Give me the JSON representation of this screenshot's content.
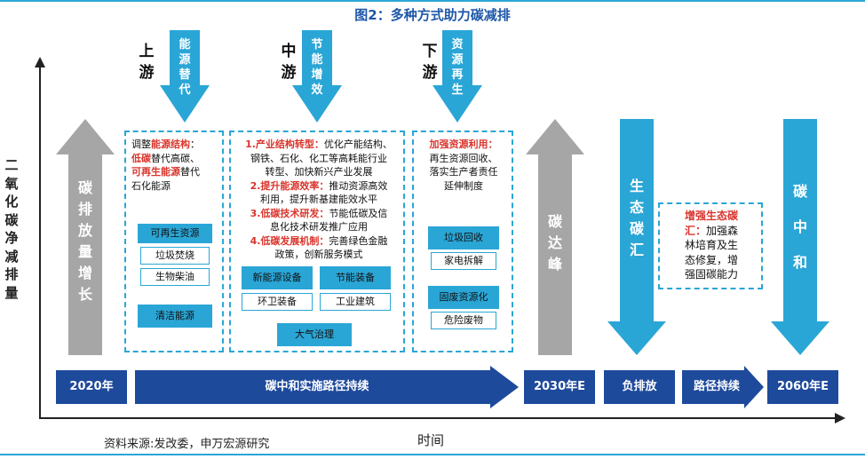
{
  "title": "图2：多种方式助力碳减排",
  "y_axis_label": [
    "二",
    "氧",
    "化",
    "碳",
    "净",
    "减",
    "排",
    "量"
  ],
  "x_axis_label": "时间",
  "source": "资料来源:发改委，申万宏源研究",
  "stages": {
    "upstream": {
      "label": [
        "上",
        "游"
      ],
      "arrow_text": [
        "能",
        "源",
        "替",
        "代"
      ]
    },
    "midstream": {
      "label": [
        "中",
        "游"
      ],
      "arrow_text": [
        "节",
        "能",
        "增",
        "效"
      ]
    },
    "downstream": {
      "label": [
        "下",
        "游"
      ],
      "arrow_text": [
        "资",
        "源",
        "再",
        "生"
      ]
    }
  },
  "gray_arrows": {
    "emission_growth": [
      "碳",
      "排",
      "放",
      "量",
      "增",
      "长"
    ],
    "peak": [
      "碳",
      "达",
      "峰"
    ]
  },
  "blue_arrows": {
    "sink": [
      "生",
      "态",
      "碳",
      "汇"
    ],
    "neutral": [
      "碳",
      "中",
      "和"
    ]
  },
  "upstream_box": {
    "line1_a": "调整",
    "line1_b": "能源结构",
    "line1_c": "：",
    "line2_a": "低碳",
    "line2_b": "替代高碳、",
    "line3_a": "可再生能源",
    "line3_b": "替代",
    "line4": "石化能源",
    "pill1": "可再生资源",
    "chip1": "垃圾焚烧",
    "chip2": "生物柴油",
    "pill2": "清洁能源"
  },
  "midstream_box": {
    "p1_title": "1.产业结构转型：",
    "p1_a": "优化产能结构、",
    "p1_b": "钢铁、石化、化工等高耗能行业",
    "p1_c": "转型、加快新兴产业发展",
    "p2_title": "2.提升能源效率：",
    "p2_a": "推动资源高效",
    "p2_b": "利用，提升新基建能效水平",
    "p3_title": "3.低碳技术研发：",
    "p3_a": "节能低碳及信",
    "p3_b": "息化技术研发推广应用",
    "p4_title": "4.低碳发展机制：",
    "p4_a": "完善绿色金融",
    "p4_b": "政策，创新服务模式",
    "pill1": "新能源设备",
    "chip1": "环卫装备",
    "pill2": "节能装备",
    "chip2": "工业建筑",
    "pill3": "大气治理"
  },
  "downstream_box": {
    "title": "加强资源利用：",
    "line1": "再生资源回收、",
    "line2": "落实生产者责任",
    "line3": "延伸制度",
    "pill1": "垃圾回收",
    "chip1": "家电拆解",
    "pill2": "固废资源化",
    "chip2": "危险废物"
  },
  "sink_box": {
    "title1": "增强生态碳",
    "title2": "汇：",
    "line1": "加强森",
    "line2": "林培育及生",
    "line3": "态修复，增",
    "line4": "强固碳能力"
  },
  "timeline": {
    "start": "2020年",
    "path": "碳中和实施路径持续",
    "peak_year": "2030年E",
    "negative": "负排放",
    "continue": "路径持续",
    "end_year": "2060年E"
  },
  "colors": {
    "brand_blue": "#1e4a9c",
    "light_blue": "#2aa6d6",
    "gray": "#a6a6a6",
    "red": "#d9352c"
  }
}
